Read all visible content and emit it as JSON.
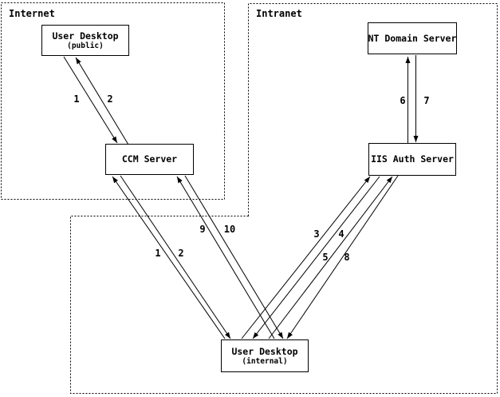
{
  "diagram": {
    "zones": [
      {
        "id": "internet",
        "label": "Internet"
      },
      {
        "id": "intranet",
        "label": "Intranet"
      }
    ],
    "nodes": [
      {
        "id": "user-desktop-public",
        "label": "User Desktop",
        "sublabel": "(public)",
        "zone": "Internet"
      },
      {
        "id": "nt-domain-server",
        "label": "NT Domain Server",
        "sublabel": "",
        "zone": "Intranet"
      },
      {
        "id": "ccm-server",
        "label": "CCM Server",
        "sublabel": "",
        "zone": "Internet"
      },
      {
        "id": "iis-auth-server",
        "label": "IIS Auth Server",
        "sublabel": "",
        "zone": "Intranet"
      },
      {
        "id": "user-desktop-internal",
        "label": "User Desktop",
        "sublabel": "(internal)",
        "zone": "Intranet"
      }
    ],
    "edges": [
      {
        "label": "1",
        "from": "user-desktop-public",
        "to": "ccm-server"
      },
      {
        "label": "2",
        "from": "ccm-server",
        "to": "user-desktop-public"
      },
      {
        "label": "1",
        "from": "user-desktop-internal",
        "to": "ccm-server"
      },
      {
        "label": "2",
        "from": "ccm-server",
        "to": "user-desktop-internal"
      },
      {
        "label": "9",
        "from": "user-desktop-internal",
        "to": "ccm-server"
      },
      {
        "label": "10",
        "from": "ccm-server",
        "to": "user-desktop-internal"
      },
      {
        "label": "3",
        "from": "user-desktop-internal",
        "to": "iis-auth-server"
      },
      {
        "label": "4",
        "from": "iis-auth-server",
        "to": "user-desktop-internal"
      },
      {
        "label": "5",
        "from": "user-desktop-internal",
        "to": "iis-auth-server"
      },
      {
        "label": "8",
        "from": "iis-auth-server",
        "to": "user-desktop-internal"
      },
      {
        "label": "6",
        "from": "iis-auth-server",
        "to": "nt-domain-server"
      },
      {
        "label": "7",
        "from": "nt-domain-server",
        "to": "iis-auth-server"
      }
    ],
    "colors": {
      "line": "#000000",
      "background": "#ffffff"
    }
  }
}
